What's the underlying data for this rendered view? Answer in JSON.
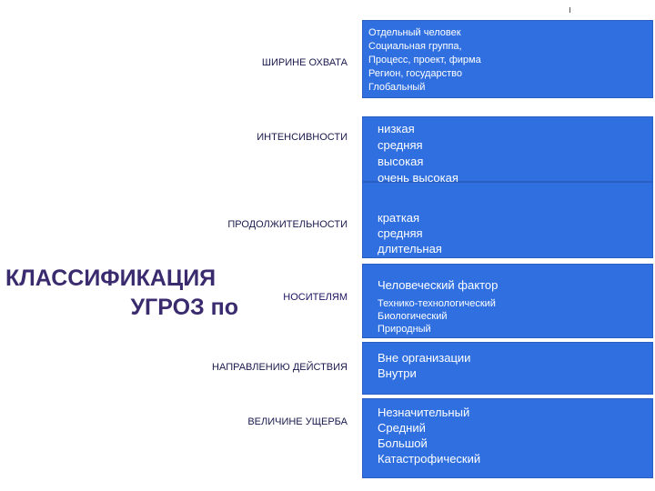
{
  "title": {
    "line1": "КЛАССИФИКАЦИЯ",
    "line2": "УГРОЗ по"
  },
  "criteria": [
    {
      "label": "ШИРИНЕ ОХВАТА",
      "items": [
        "Отдельный человек",
        "Социальная группа,",
        "Процесс, проект, фирма",
        "Регион, государство",
        "Глобальный"
      ]
    },
    {
      "label": "ИНТЕНСИВНОСТИ",
      "items": [
        "низкая",
        "средняя",
        "высокая",
        "очень высокая"
      ]
    },
    {
      "label": "ПРОДОЛЖИТЕЛЬНОСТИ",
      "items": [
        "краткая",
        "средняя",
        "длительная"
      ]
    },
    {
      "label": "НОСИТЕЛЯМ",
      "lead": "Человеческий фактор",
      "items": [
        "Технико-технологический",
        "Биологический",
        "Природный"
      ]
    },
    {
      "label": "НАПРАВЛЕНИЮ ДЕЙСТВИЯ",
      "items": [
        "Вне организации",
        "Внутри"
      ]
    },
    {
      "label": "ВЕЛИЧИНЕ УЩЕРБА",
      "items": [
        "Незначительный",
        "Средний",
        "Большой",
        "Катастрофический"
      ]
    }
  ],
  "colors": {
    "box": "#2f6fe0",
    "title": "#3a2a6e"
  }
}
